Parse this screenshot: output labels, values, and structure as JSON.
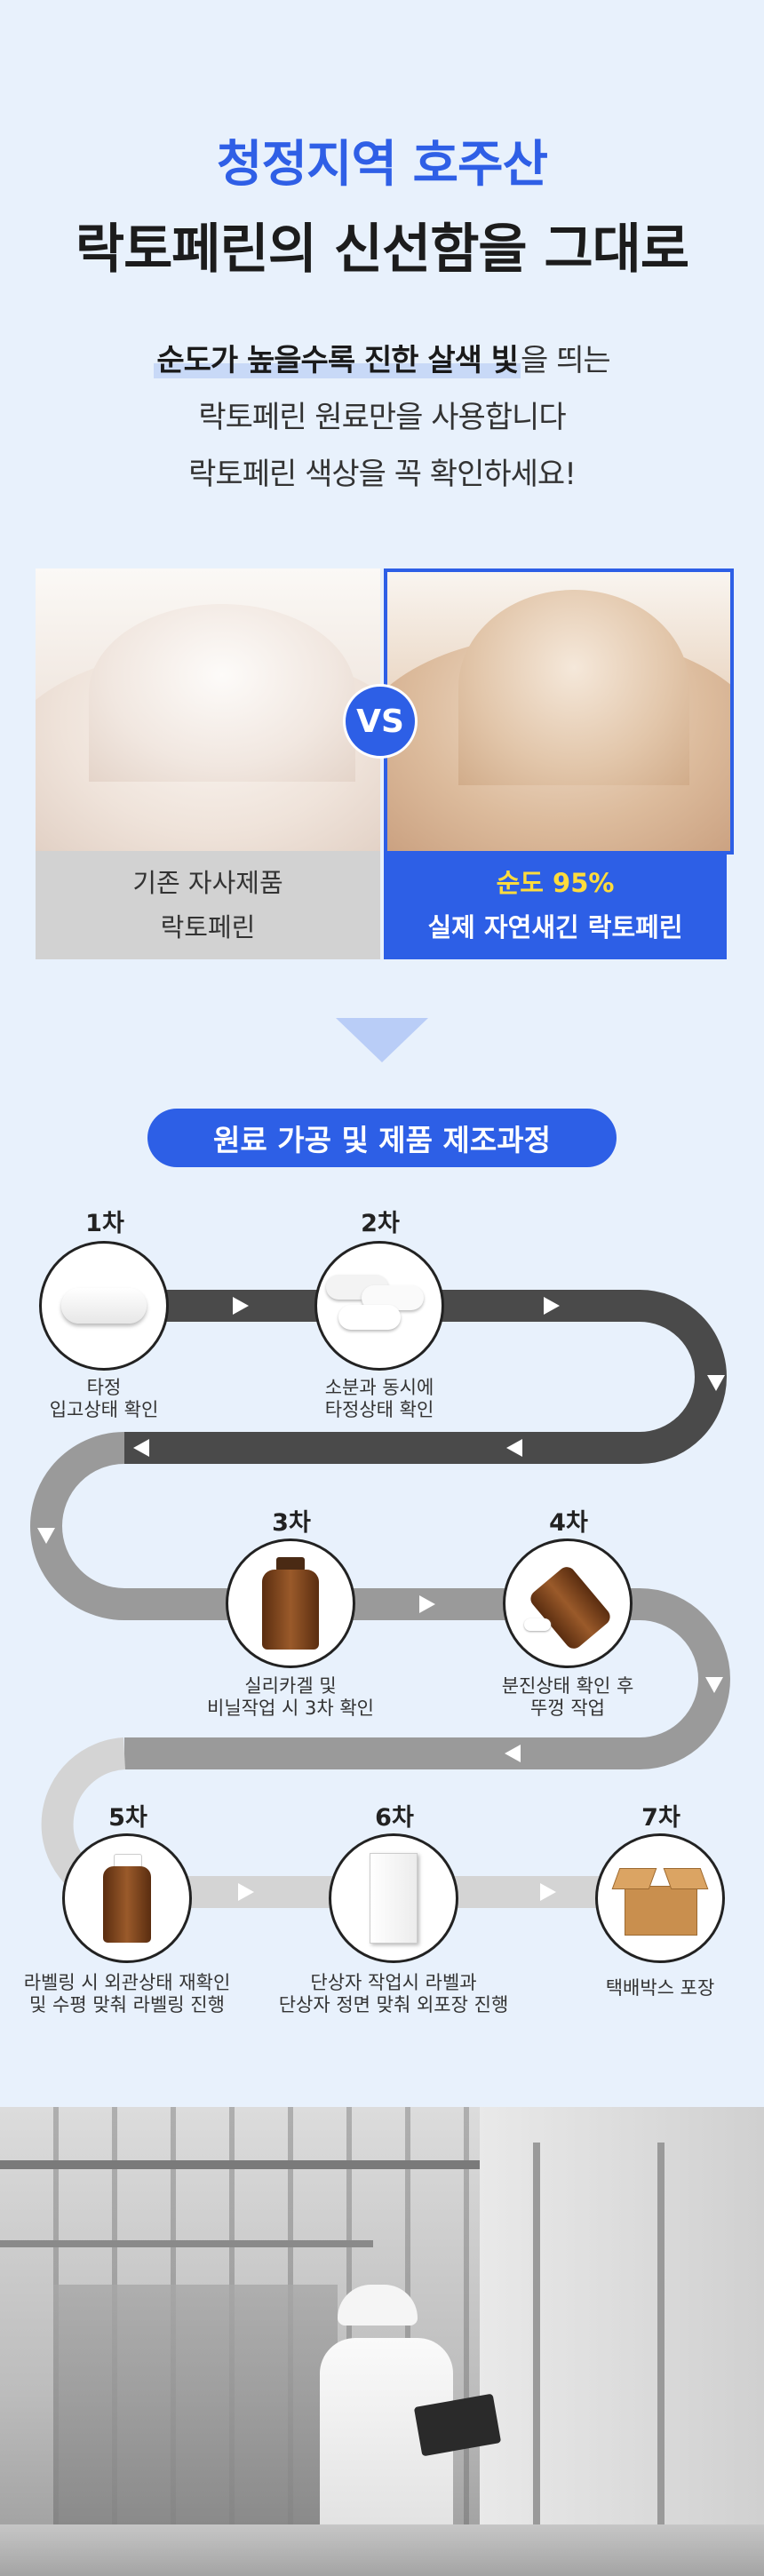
{
  "hero": {
    "title_line1": "청정지역 호주산",
    "title_line2": "락토페린의 신선함을 그대로",
    "desc_highlight": "순도가 높을수록 진한 살색 빛",
    "desc_line1_rest": "을 띄는",
    "desc_line2": "락토페린 원료만을 사용합니다",
    "desc_line3": "락토페린 색상을 꼭 확인하세요!"
  },
  "comparison": {
    "vs_label": "VS",
    "left_line1": "기존 자사제품",
    "left_line2": "락토페린",
    "right_line1": "순도 95%",
    "right_line2": "실제 자연새긴 락토페린"
  },
  "process": {
    "title": "원료 가공 및 제품 제조과정",
    "steps": [
      {
        "num": "1차",
        "cap1": "타정",
        "cap2": "입고상태 확인"
      },
      {
        "num": "2차",
        "cap1": "소분과 동시에",
        "cap2": "타정상태 확인"
      },
      {
        "num": "3차",
        "cap1": "실리카겔 및",
        "cap2": "비닐작업 시 3차 확인"
      },
      {
        "num": "4차",
        "cap1": "분진상태 확인 후",
        "cap2": "뚜껑 작업"
      },
      {
        "num": "5차",
        "cap1": "라벨링 시 외관상태 재확인",
        "cap2": "및 수평 맞춰 라벨링 진행"
      },
      {
        "num": "6차",
        "cap1": "단상자 작업시 라벨과",
        "cap2": "단상자 정면 맞춰 외포장 진행"
      },
      {
        "num": "7차",
        "cap1": "택배박스 포장",
        "cap2": ""
      }
    ]
  },
  "colors": {
    "accent": "#2d5fe6",
    "background": "#e8f1fc",
    "highlight_text": "#ffdc3c"
  }
}
